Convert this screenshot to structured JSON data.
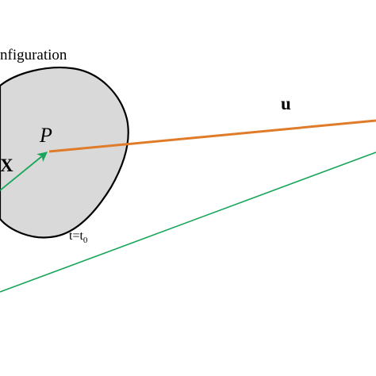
{
  "labels": {
    "configuration": "nfiguration",
    "point": "P",
    "position_vector": "X",
    "displacement_vector": "u",
    "time_prefix": "t=t",
    "time_subscript": "0"
  },
  "colors": {
    "body_fill": "#d9d9d9",
    "body_outline": "#000000",
    "displacement_arrow": "#e07b2a",
    "position_arrow": "#1aa65a",
    "reference_line": "#1aa65a"
  }
}
